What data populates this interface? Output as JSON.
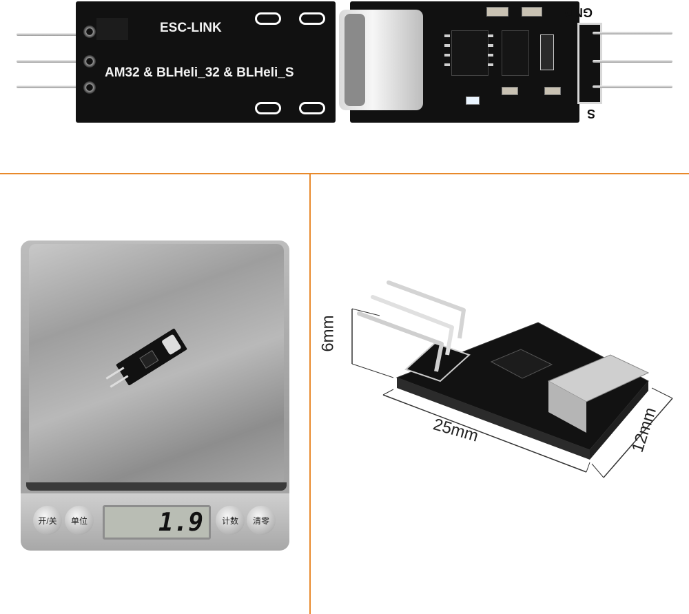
{
  "top_view": {
    "back_title": "ESC-LINK",
    "back_subtitle": "AM32 & BLHeli_32 & BLHeli_S",
    "front_gnd_label": "GND",
    "front_s_label": "S"
  },
  "scale": {
    "buttons": [
      "开/关",
      "单位",
      "计数",
      "清零"
    ],
    "display_value": "1.9"
  },
  "dimensions": {
    "height": "6mm",
    "length": "25mm",
    "width": "12mm"
  },
  "colors": {
    "divider": "#e8892a",
    "pcb": "#111111"
  }
}
